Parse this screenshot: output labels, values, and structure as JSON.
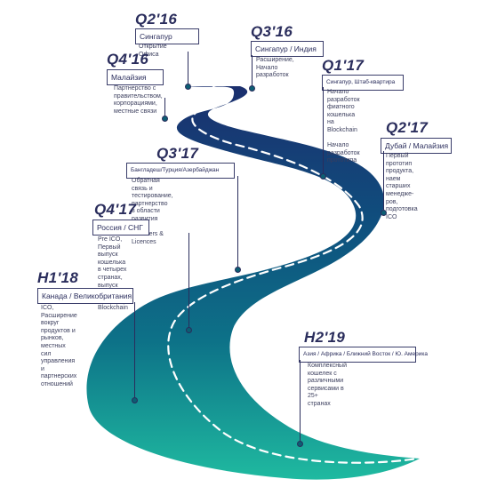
{
  "milestones": [
    {
      "quarter": "Q2'16",
      "place": "Сингапур",
      "desc": "Открытие Офиса"
    },
    {
      "quarter": "Q3'16",
      "place": "Сингапур / Индия",
      "desc": "Расширение,\nНачало\nразработок"
    },
    {
      "quarter": "Q4'16",
      "place": "Малайзия",
      "desc": "Партнерство с\nправительством,\nкорпорациями,\nместные связи"
    },
    {
      "quarter": "Q1'17",
      "place": "Сингапур, Штаб-квартира",
      "desc": "Начало разработок фиатного\nкошелька на Blockchain\n\nНачало разработок прототипа"
    },
    {
      "quarter": "Q2'17",
      "place": "Дубай / Малайзия",
      "desc": "Первый прототип\nпродукта, наем\nстарших менедже-\nров, подготовка ICO"
    },
    {
      "quarter": "Q3'17",
      "place": "Бангладеш/Турция/Азербайджан",
      "desc": "Обратная связь и\nтестирование, партнерство\nв области развития\nLALA Transfers & Licences"
    },
    {
      "quarter": "Q4'17",
      "place": "Россия / СНГ",
      "desc": "Pre ICO, Первый выпуск\nкошелька в четырех\nстранах, выпуск услуг\nна Blockchain"
    },
    {
      "quarter": "H1'18",
      "place": "Канада / Великобритания",
      "desc": "ICO, Расширение вокруг\nпродуктов и рынков,\nместных сил управления и\nпартнерских отношений"
    },
    {
      "quarter": "H2'19",
      "place": "Азия / Африка / Ближний Восток / Ю. Америка",
      "desc": "Комплексный кошелек с\nразличными сервисами в 25+\nстранах"
    }
  ],
  "colors": {
    "road_dark": "#1a3a78",
    "road_mid": "#0e6a86",
    "road_light": "#1fb8a0",
    "text": "#2a2d5c"
  }
}
